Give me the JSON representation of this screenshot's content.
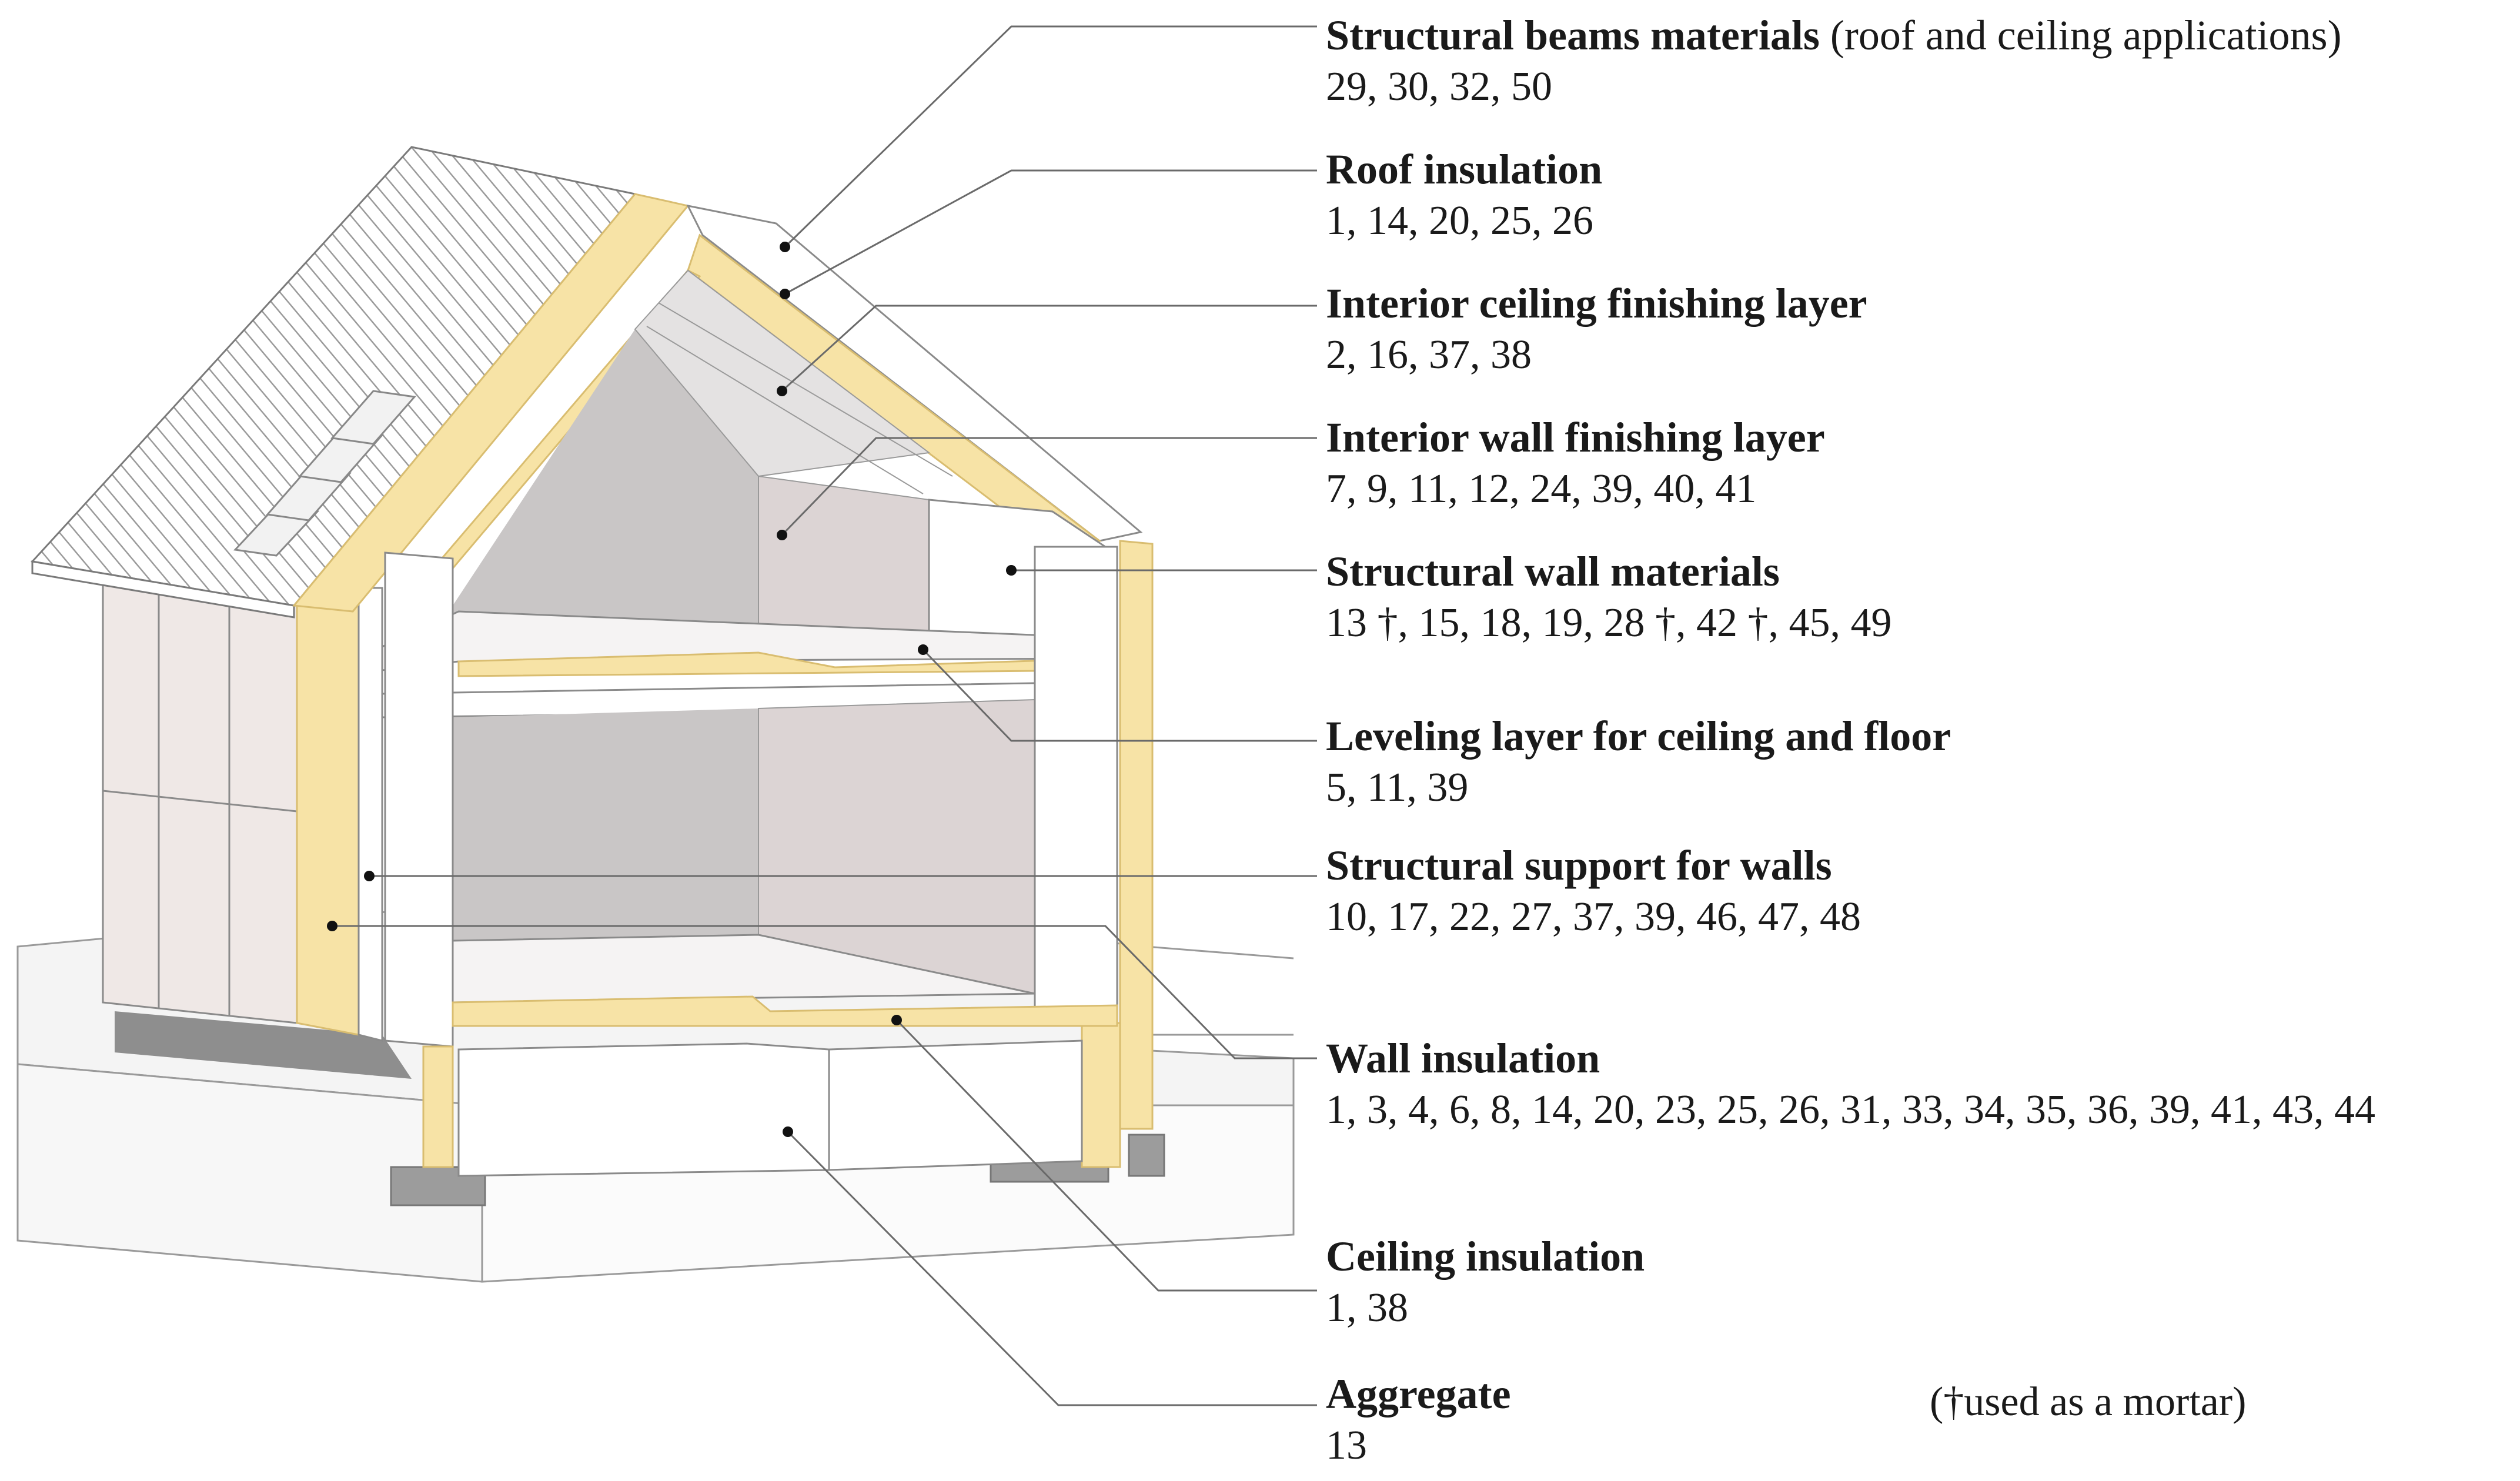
{
  "labels": [
    {
      "title": "Structural beams materials",
      "qualifier": " (roof and ceiling applications)",
      "refs": "29, 30, 32, 50"
    },
    {
      "title": "Roof insulation",
      "qualifier": "",
      "refs": "1, 14, 20, 25, 26"
    },
    {
      "title": "Interior ceiling finishing layer",
      "qualifier": "",
      "refs": "2, 16, 37, 38"
    },
    {
      "title": "Interior wall finishing layer",
      "qualifier": "",
      "refs": "7, 9, 11, 12, 24, 39, 40, 41"
    },
    {
      "title": "Structural wall materials",
      "qualifier": "",
      "refs": "13 †, 15, 18, 19, 28 †, 42 †, 45, 49"
    },
    {
      "title": "Leveling layer for ceiling and floor",
      "qualifier": "",
      "refs": "5, 11, 39"
    },
    {
      "title": "Structural support for walls",
      "qualifier": "",
      "refs": "10, 17, 22, 27, 37, 39, 46, 47, 48"
    },
    {
      "title": "Wall insulation",
      "qualifier": "",
      "refs": "1, 3, 4, 6, 8, 14, 20, 23, 25, 26, 31, 33, 34, 35, 36, 39, 41, 43, 44"
    },
    {
      "title": "Ceiling insulation",
      "qualifier": "",
      "refs": "1, 38"
    },
    {
      "title": "Aggregate",
      "qualifier": "",
      "refs": "13"
    }
  ],
  "footnote": "(†used as a mortar)",
  "colors": {
    "insulation": "#f7e3a6",
    "insulation_edge": "#e3c878",
    "interior_wall": "#d9d5d4",
    "interior_dark": "#b9b6b6",
    "structure": "#ffffff",
    "cladding": "#efe8e6",
    "ground": "#f4f4f4",
    "foundation_shadow": "#8e8e8e",
    "line": "#555555"
  }
}
